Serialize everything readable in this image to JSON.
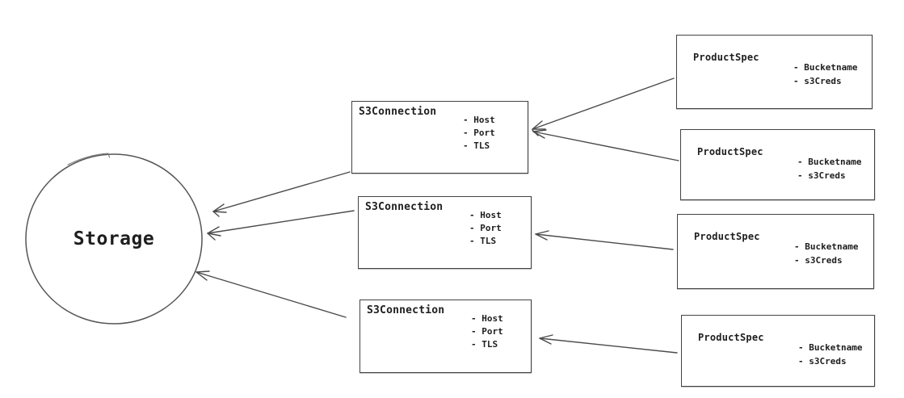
{
  "diagram": {
    "background": "#ffffff",
    "stroke_color": "#4b4b4b",
    "text_color": "#1e1e1e",
    "storage": {
      "label": "Storage"
    },
    "s3_connections": [
      {
        "title": "S3Connection",
        "attrs": [
          "- Host",
          "- Port",
          "- TLS"
        ]
      },
      {
        "title": "S3Connection",
        "attrs": [
          "- Host",
          "- Port",
          "- TLS"
        ]
      },
      {
        "title": "S3Connection",
        "attrs": [
          "- Host",
          "- Port",
          "- TLS"
        ]
      }
    ],
    "product_specs": [
      {
        "title": "ProductSpec",
        "attrs": [
          "- Bucketname",
          "- s3Creds"
        ]
      },
      {
        "title": "ProductSpec",
        "attrs": [
          "- Bucketname",
          "- s3Creds"
        ]
      },
      {
        "title": "ProductSpec",
        "attrs": [
          "- Bucketname",
          "- s3Creds"
        ]
      },
      {
        "title": "ProductSpec",
        "attrs": [
          "- Bucketname",
          "- s3Creds"
        ]
      }
    ]
  }
}
